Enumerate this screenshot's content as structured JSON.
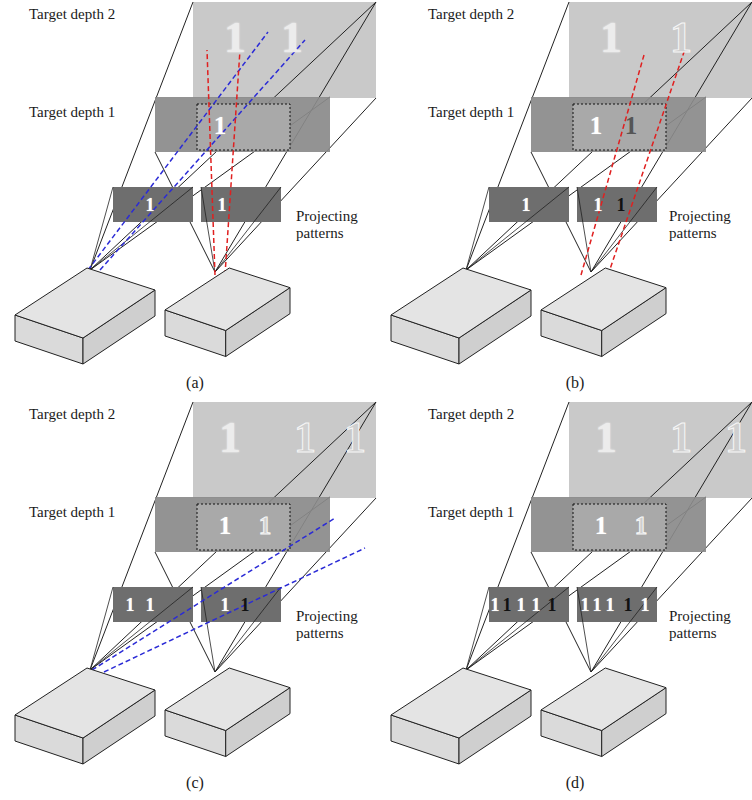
{
  "diagram": {
    "labels": [
      "Target depth 2",
      "1",
      "1",
      "Target depth 1",
      "1",
      "1",
      "1",
      "Projecting patterns",
      "(a)",
      "Target depth 2",
      "1",
      "1",
      "Target depth 1",
      "1",
      "1",
      "1",
      "1",
      "1",
      "Projecting patterns",
      "(b)",
      "Target depth 2",
      "1",
      "1",
      "1",
      "Target depth 1",
      "1",
      "1",
      "1",
      "1",
      "1",
      "1",
      "Projecting patterns",
      "(c)",
      "Target depth 2",
      "1",
      "1",
      "1",
      "Target depth 1",
      "1",
      "1",
      "1",
      "1",
      "1",
      "1",
      "1",
      "1",
      "1",
      "1",
      "1",
      "1",
      "Projecting patterns",
      "(d)"
    ]
  }
}
